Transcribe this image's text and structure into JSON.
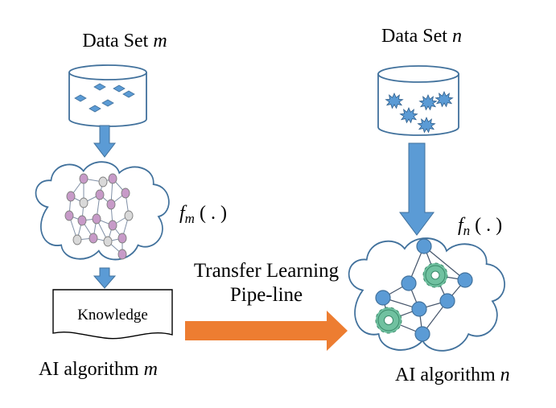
{
  "dataset_m": {
    "prefix": "Data Set ",
    "var": "m"
  },
  "dataset_n": {
    "prefix": "Data Set ",
    "var": "n"
  },
  "func_m": {
    "f": "f",
    "sub": "m",
    "arg": " ( . )"
  },
  "func_n": {
    "f": "f",
    "sub": "n",
    "arg": " ( . )"
  },
  "knowledge": "Knowledge",
  "transfer": {
    "line1": "Transfer Learning",
    "line2": "Pipe-line"
  },
  "algo_m": {
    "prefix": "AI algorithm  ",
    "var": "m"
  },
  "algo_n": {
    "prefix": "AI algorithm ",
    "var": "n"
  },
  "colors": {
    "blue_arrow": "#5b9bd5",
    "orange_arrow": "#ed7d31",
    "node_purple": "#c79ac8",
    "node_gray": "#d9d9d9",
    "node_blue": "#5b9bd5",
    "gear_green": "#70c1a0",
    "diamond_blue": "#5b9bd5",
    "outline_blue": "#41719c"
  }
}
